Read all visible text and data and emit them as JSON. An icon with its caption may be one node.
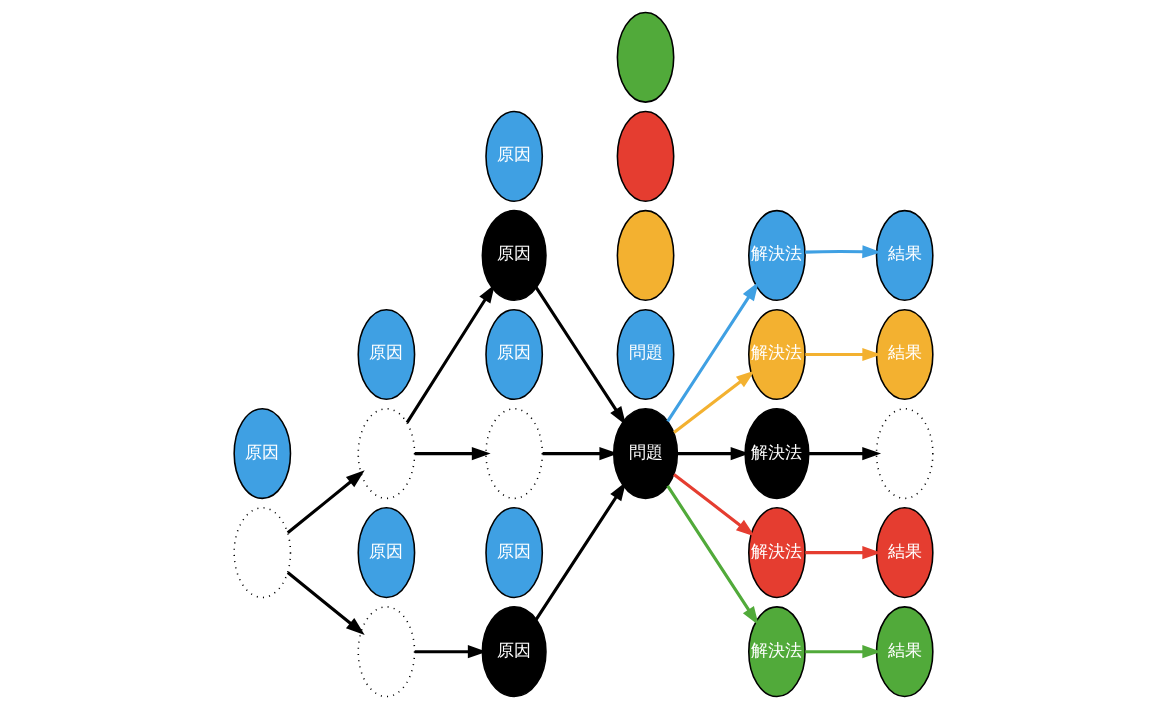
{
  "diagram": {
    "nodes": [
      {
        "text": [
          "原因"
        ]
      },
      {
        "text": [],
        "shape": "ellipse"
      },
      {
        "text": [
          "原因"
        ]
      },
      {
        "text": [],
        "shape": "ellipse"
      },
      {
        "text": [
          "原因"
        ]
      },
      {
        "text": [],
        "shape": "ellipse"
      },
      {
        "text": [
          "原因"
        ]
      },
      {
        "text": [
          "原因"
        ]
      },
      {
        "text": [
          "原因"
        ]
      },
      {
        "text": [],
        "shape": "ellipse"
      },
      {
        "text": [
          "原因"
        ]
      },
      {
        "text": [
          "原因"
        ]
      },
      {
        "text": [],
        "shape": "ellipse"
      },
      {
        "text": [],
        "shape": "ellipse"
      },
      {
        "text": [],
        "shape": "ellipse"
      },
      {
        "text": [
          "問題"
        ]
      },
      {
        "text": [
          "問題"
        ]
      },
      {
        "text": [
          "解決法"
        ]
      },
      {
        "text": [
          "結果"
        ]
      },
      {
        "text": [
          "解決法"
        ]
      },
      {
        "text": [
          "結果"
        ]
      },
      {
        "text": [
          "解決法"
        ]
      },
      {
        "text": [],
        "shape": "ellipse"
      },
      {
        "text": [
          "解決法"
        ]
      },
      {
        "text": [
          "結果"
        ]
      },
      {
        "text": [
          "解決法"
        ]
      },
      {
        "text": [
          "結果"
        ]
      }
    ],
    "edges": [
      {
        "from": 1,
        "to": 3,
        "arrow": "to"
      },
      {
        "from": 1,
        "to": 5,
        "arrow": "to"
      },
      {
        "from": 3,
        "to": 7,
        "arrow": "to"
      },
      {
        "from": 3,
        "to": 9,
        "arrow": "to"
      },
      {
        "from": 5,
        "to": 11,
        "arrow": "to"
      },
      {
        "from": 7,
        "to": 16,
        "arrow": "to"
      },
      {
        "from": 9,
        "to": 16,
        "arrow": "to"
      },
      {
        "from": 11,
        "to": 16,
        "arrow": "to"
      },
      {
        "from": 16,
        "to": 17,
        "arrow": "to",
        "color": "#3fa0e3"
      },
      {
        "from": 16,
        "to": 19,
        "arrow": "to",
        "color": "#f3b130"
      },
      {
        "from": 16,
        "to": 21,
        "arrow": "to"
      },
      {
        "from": 16,
        "to": 23,
        "arrow": "to",
        "color": "#e53d30"
      },
      {
        "from": 16,
        "to": 25,
        "arrow": "to",
        "color": "#51aa3a"
      },
      {
        "from": 17,
        "to": 18,
        "arrow": "to",
        "color": "#3fa0e3"
      },
      {
        "from": 19,
        "to": 20,
        "arrow": "to",
        "color": "#f3b130"
      },
      {
        "from": 21,
        "to": 22,
        "arrow": "to"
      },
      {
        "from": 23,
        "to": 24,
        "arrow": "to",
        "color": "#e53d30"
      },
      {
        "from": 25,
        "to": 26,
        "arrow": "to",
        "color": "#51aa3a"
      }
    ]
  }
}
